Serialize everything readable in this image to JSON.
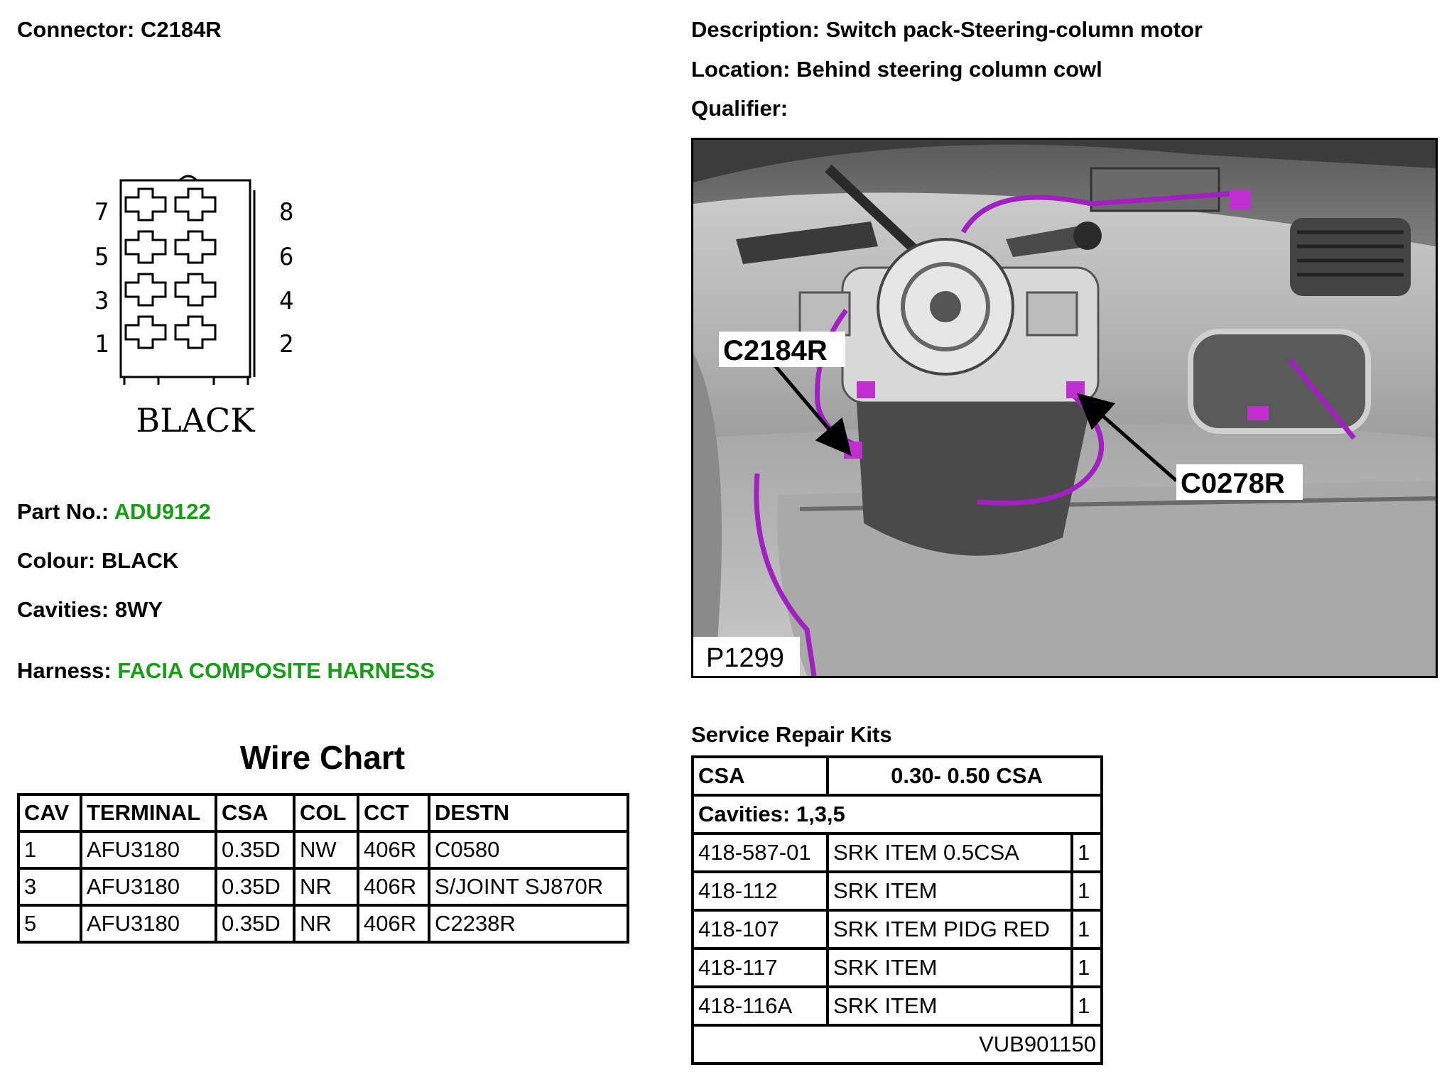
{
  "connector": {
    "label": "Connector:",
    "value": "C2184R"
  },
  "description": {
    "label": "Description:",
    "value": "Switch pack-Steering-column motor"
  },
  "location": {
    "label": "Location:",
    "value": "Behind steering column cowl"
  },
  "qualifier": {
    "label": "Qualifier:",
    "value": ""
  },
  "diagram": {
    "pins_left": [
      "7",
      "5",
      "3",
      "1"
    ],
    "pins_right": [
      "8",
      "6",
      "4",
      "2"
    ],
    "colour_text": "BLACK"
  },
  "part_no": {
    "label": "Part No.:",
    "value": "ADU9122"
  },
  "colour": {
    "label": "Colour:",
    "value": "BLACK"
  },
  "cavities": {
    "label": "Cavities:",
    "value": "8WY"
  },
  "harness": {
    "label": "Harness:",
    "value": "FACIA COMPOSITE HARNESS"
  },
  "wire_chart": {
    "title": "Wire Chart",
    "headers": [
      "CAV",
      "TERMINAL",
      "CSA",
      "COL",
      "CCT",
      "DESTN"
    ],
    "rows": [
      [
        "1",
        "AFU3180",
        "0.35D",
        "NW",
        "406R",
        "C0580"
      ],
      [
        "3",
        "AFU3180",
        "0.35D",
        "NR",
        "406R",
        "S/JOINT SJ870R"
      ],
      [
        "5",
        "AFU3180",
        "0.35D",
        "NR",
        "406R",
        "C2238R"
      ]
    ]
  },
  "photo": {
    "callout_1": "C2184R",
    "callout_2": "C0278R",
    "ref": "P1299",
    "harness_color": "#a020c0"
  },
  "kits": {
    "title": "Service Repair Kits",
    "csa_label": "CSA",
    "csa_value": "0.30- 0.50 CSA",
    "cavities": "Cavities: 1,3,5",
    "rows": [
      [
        "418-587-01",
        "SRK ITEM 0.5CSA",
        "1"
      ],
      [
        "418-112",
        "SRK ITEM",
        "1"
      ],
      [
        "418-107",
        "SRK ITEM PIDG RED",
        "1"
      ],
      [
        "418-117",
        "SRK ITEM",
        "1"
      ],
      [
        "418-116A",
        "SRK ITEM",
        "1"
      ]
    ],
    "footer": "VUB901150"
  }
}
